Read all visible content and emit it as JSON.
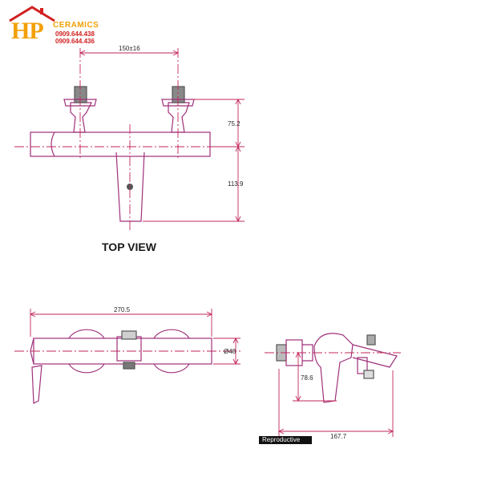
{
  "brand": {
    "logo_text": "HP",
    "subtitle": "CERAMICS",
    "phones": [
      "0909.644.438",
      "0909.644.436"
    ],
    "colors": {
      "gold": "#f2a007",
      "red": "#d21f1f"
    }
  },
  "drawing": {
    "line_color": "#a0307a",
    "dim_color": "#c2275a",
    "top_view": {
      "title": "TOP VIEW",
      "dims": {
        "spacing": "150±16",
        "depth_upper": "75.2",
        "depth_lower": "113.9"
      }
    },
    "front_view": {
      "dims": {
        "length": "270.5",
        "diameter": "Ø48"
      }
    },
    "side_view": {
      "dims": {
        "height": "78.6",
        "depth": "167.7"
      }
    },
    "tag": "Reproductive"
  }
}
